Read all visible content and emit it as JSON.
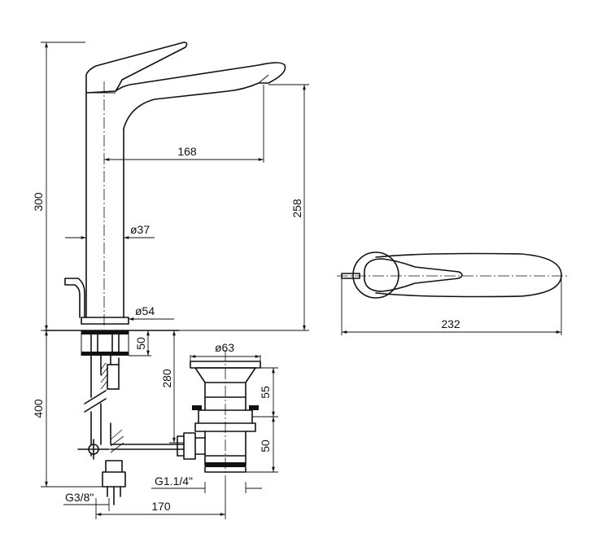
{
  "dimensions": {
    "height_total": "300",
    "reach": "168",
    "spout_height": "258",
    "body_diameter": "ø37",
    "base_diameter": "ø54",
    "deck_thickness": "50",
    "waste_diameter": "ø63",
    "waste_depth": "280",
    "waste_upper": "55",
    "waste_lower": "50",
    "top_view_length": "232",
    "supply_length": "400",
    "supply_thread": "G3/8\"",
    "waste_thread": "G1.1/4\"",
    "supply_to_waste": "170"
  }
}
